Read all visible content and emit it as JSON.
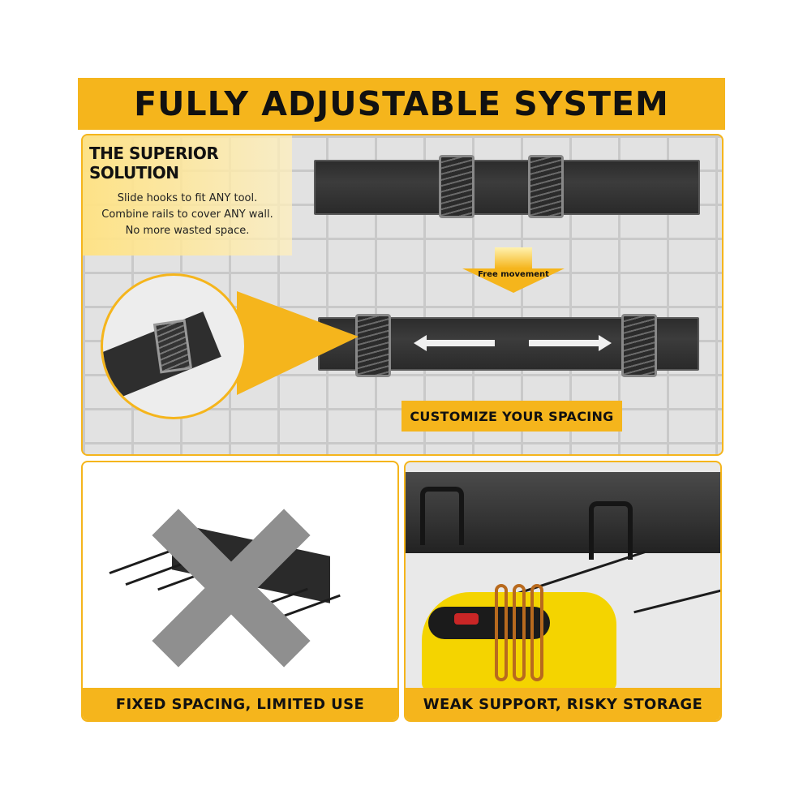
{
  "banner": {
    "title": "FULLY ADJUSTABLE SYSTEM"
  },
  "callout": {
    "title": "THE SUPERIOR SOLUTION",
    "lines": [
      "Slide hooks to fit ANY tool.",
      "Combine rails to cover ANY wall.",
      "No more wasted space."
    ]
  },
  "free_movement": {
    "label": "Free movement"
  },
  "customize": {
    "label": "CUSTOMIZE YOUR SPACING"
  },
  "bottom_left": {
    "label": "FIXED SPACING, LIMITED USE"
  },
  "bottom_right": {
    "label": "WEAK SUPPORT, RISKY STORAGE"
  },
  "colors": {
    "accent": "#f5b51c",
    "rail": "#2c2c2c",
    "text": "#111111"
  },
  "icons": [
    "cross-mark-icon",
    "double-arrow-icon",
    "down-arrow-icon"
  ]
}
